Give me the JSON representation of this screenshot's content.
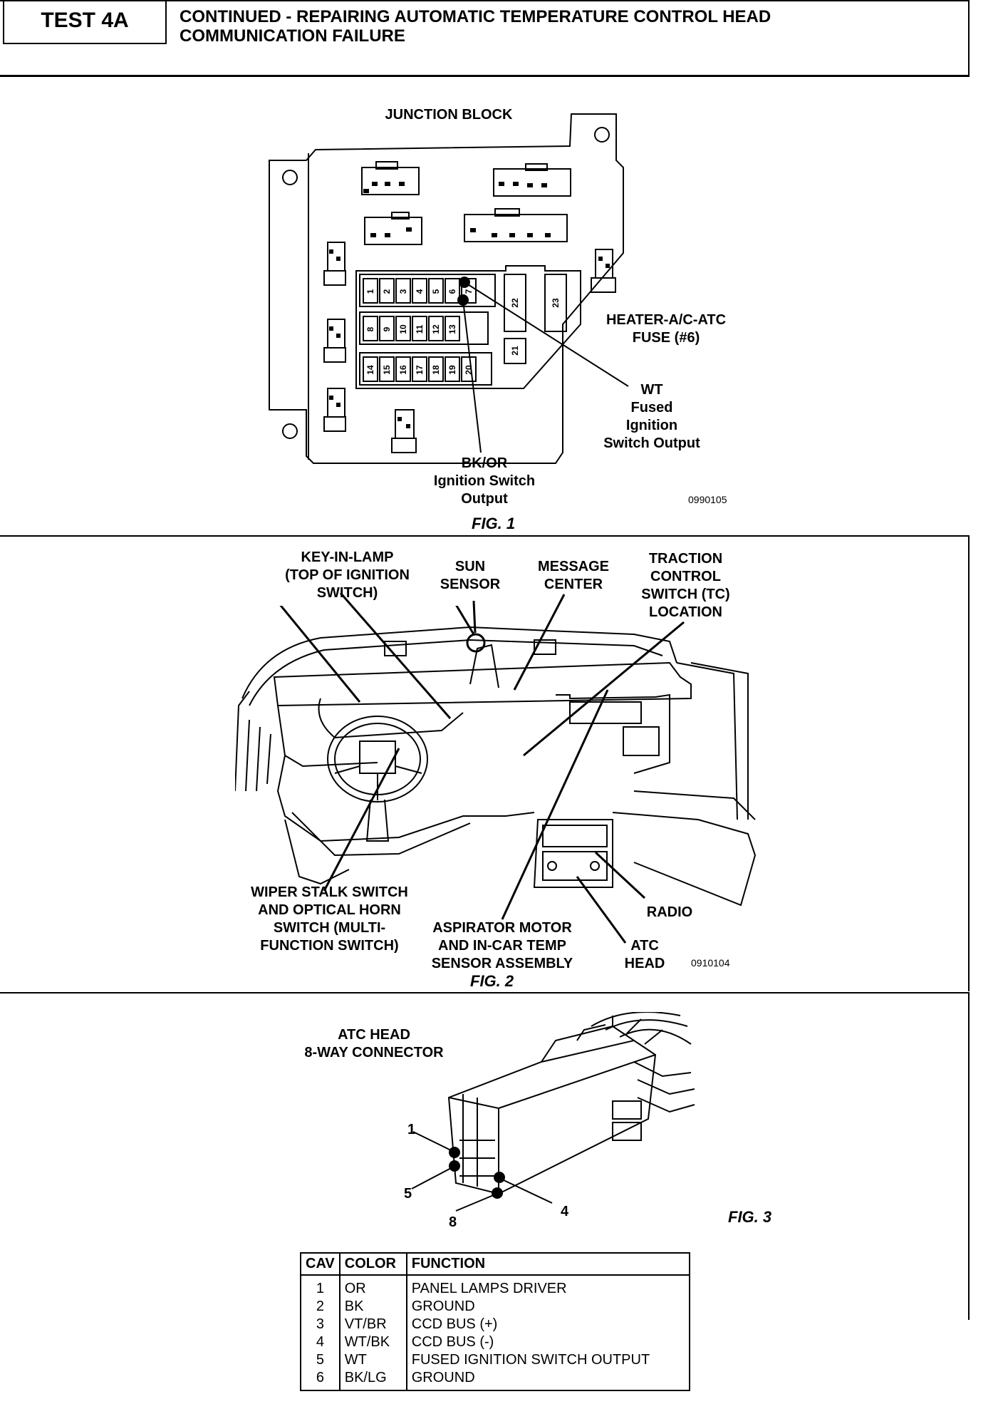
{
  "header": {
    "test_id": "TEST 4A",
    "title_line1": "CONTINUED - REPAIRING AUTOMATIC TEMPERATURE CONTROL HEAD",
    "title_line2": "COMMUNICATION FAILURE"
  },
  "fig1": {
    "heading": "JUNCTION BLOCK",
    "fuse_label": "HEATER-A/C-ATC\nFUSE (#6)",
    "wt_label": "WT\nFused\nIgnition\nSwitch Output",
    "bk_label": "BK/OR\nIgnition Switch\nOutput",
    "code": "0990105",
    "caption": "FIG. 1",
    "fuse_numbers_row1": [
      "1",
      "2",
      "3",
      "4",
      "5",
      "6",
      "7"
    ],
    "fuse_numbers_row2": [
      "8",
      "9",
      "10",
      "11",
      "12",
      "13"
    ],
    "fuse_numbers_row3": [
      "14",
      "15",
      "16",
      "17",
      "18",
      "19",
      "20"
    ],
    "fuse_numbers_side": [
      "22",
      "23",
      "21"
    ]
  },
  "fig2": {
    "key_in_lamp": "KEY-IN-LAMP\n(TOP OF IGNITION\nSWITCH)",
    "sun_sensor": "SUN\nSENSOR",
    "message_center": "MESSAGE\nCENTER",
    "traction": "TRACTION\nCONTROL\nSWITCH (TC)\nLOCATION",
    "wiper": "WIPER STALK SWITCH\nAND OPTICAL HORN\nSWITCH (MULTI-\nFUNCTION SWITCH)",
    "aspirator": "ASPIRATOR MOTOR\nAND IN-CAR TEMP\nSENSOR ASSEMBLY",
    "radio": "RADIO",
    "atc_head": "ATC\nHEAD",
    "code": "0910104",
    "caption": "FIG. 2"
  },
  "fig3": {
    "heading": "ATC HEAD\n8-WAY CONNECTOR",
    "pin_1": "1",
    "pin_5": "5",
    "pin_8": "8",
    "pin_4": "4",
    "caption": "FIG. 3"
  },
  "table": {
    "headers": [
      "CAV",
      "COLOR",
      "FUNCTION"
    ],
    "rows": [
      {
        "cav": "1",
        "color": "OR",
        "function": "PANEL LAMPS DRIVER"
      },
      {
        "cav": "2",
        "color": "BK",
        "function": "GROUND"
      },
      {
        "cav": "3",
        "color": "VT/BR",
        "function": "CCD BUS (+)"
      },
      {
        "cav": "4",
        "color": "WT/BK",
        "function": "CCD BUS (-)"
      },
      {
        "cav": "5",
        "color": "WT",
        "function": "FUSED IGNITION SWITCH OUTPUT"
      },
      {
        "cav": "6",
        "color": "BK/LG",
        "function": "GROUND"
      }
    ]
  }
}
